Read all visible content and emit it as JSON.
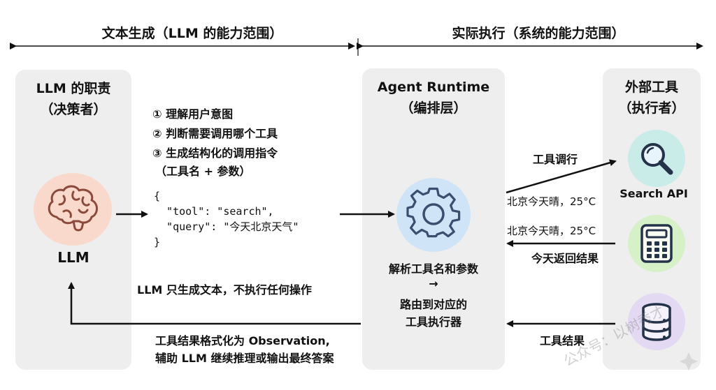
{
  "sections": {
    "left_title": "文本生成（LLM 的能力范围）",
    "right_title": "实际执行（系统的能力范围）"
  },
  "llm_panel": {
    "title_line1": "LLM 的职责",
    "title_line2": "（决策者）",
    "icon": "brain-icon",
    "label": "LLM"
  },
  "steps": {
    "step1": "① 理解用户意图",
    "step2": "② 判断需要调用哪个工具",
    "step3": "③ 生成结构化的调用指令",
    "step3_sub": "（工具名 + 参数）"
  },
  "code": {
    "line1": "{",
    "line2": "  \"tool\": \"search\",",
    "line3": "  \"query\": \"今天北京天气\"",
    "line4": "}"
  },
  "notes": {
    "only_text": "LLM 只生成文本，不执行任何操作",
    "feedback_line1": "工具结果格式化为 Observation,",
    "feedback_line2": "辅助 LLM 继续推理或输出最终答案"
  },
  "runtime_panel": {
    "title_line1": "Agent Runtime",
    "title_line2": "（编排层）",
    "icon": "gear-icon",
    "desc_line1": "解析工具名和参数",
    "desc_arrow": "→",
    "desc_line2": "路由到对应的",
    "desc_line3": "工具执行器"
  },
  "tools_panel": {
    "title_line1": "外部工具",
    "title_line2": "（执行者）",
    "search_icon": "search-icon",
    "search_label": "Search API",
    "calculator_icon": "calculator-icon",
    "database_icon": "database-icon"
  },
  "arrows": {
    "tool_call": "工具调行",
    "request_text": "北京今天晴，25°C",
    "response_text": "北京今天晴，25°C",
    "return_result": "今天返回结果",
    "tool_result": "工具结果"
  },
  "watermark": {
    "text": "公众号：以树秀才"
  },
  "colors": {
    "panel_bg": "#eeeeee",
    "brain_circle": "#f9d9cc",
    "brain_stroke": "#8b4a3c",
    "gear_circle": "#cfe4f6",
    "gear_stroke": "#3a4f6f",
    "search_circle": "#c9ece9",
    "calc_circle": "#d6f0c8",
    "db_circle": "#e4d9f2"
  }
}
